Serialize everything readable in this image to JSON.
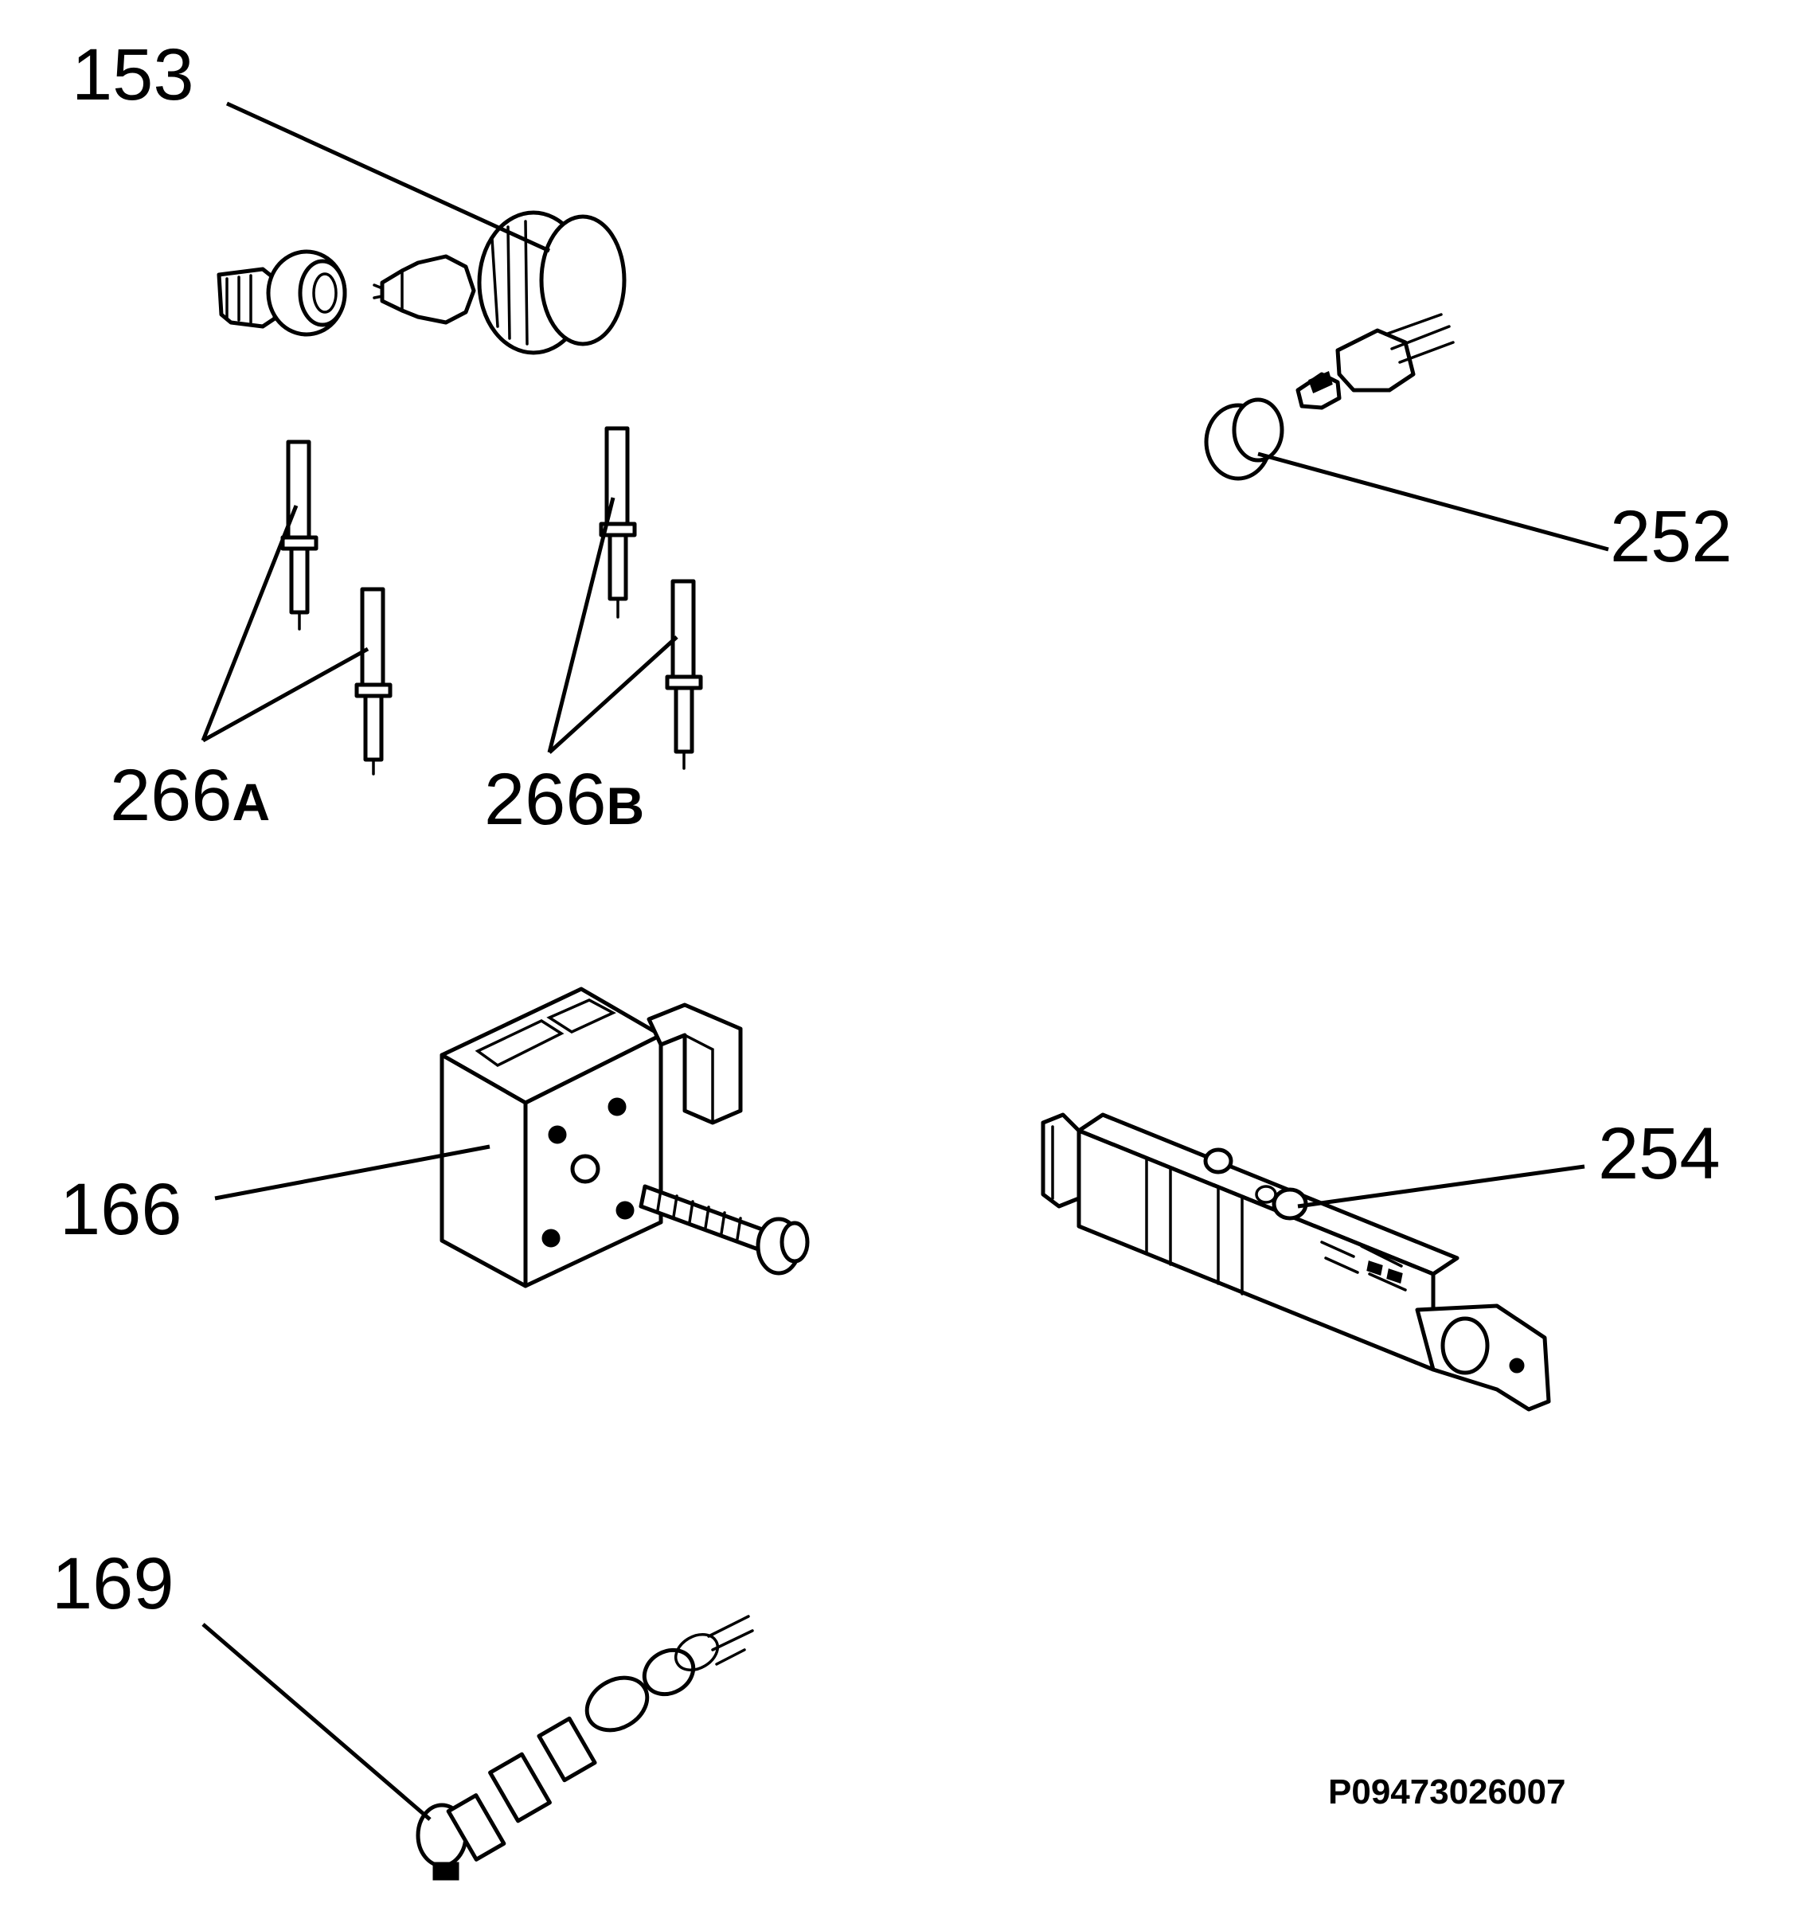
{
  "callouts": {
    "c153": "153",
    "c252": "252",
    "c266a_num": "266",
    "c266a_suffix": "A",
    "c266b_num": "266",
    "c266b_suffix": "B",
    "c166": "166",
    "c254": "254",
    "c169": "169"
  },
  "document_number": "P09473026007"
}
